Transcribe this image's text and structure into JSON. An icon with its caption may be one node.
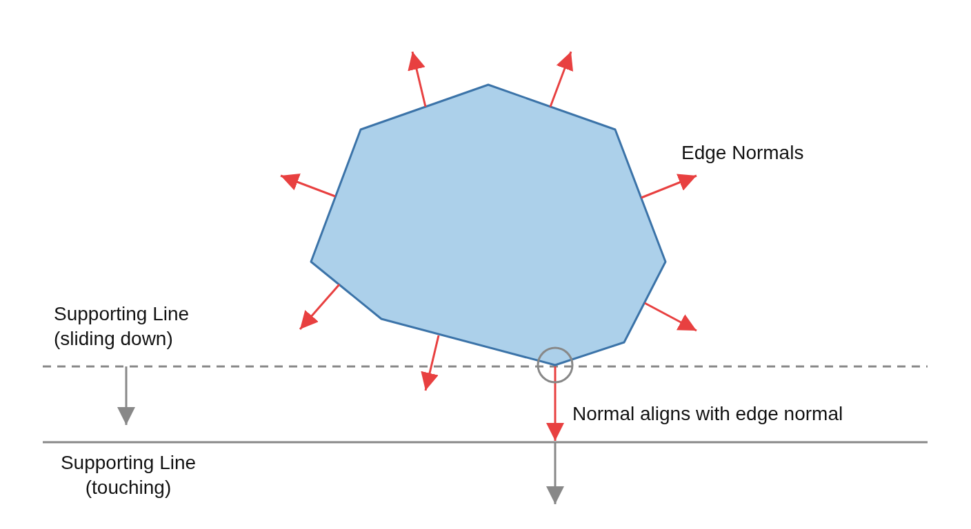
{
  "diagram": {
    "nodes": [
      {
        "text": [],
        "shape": "polygon"
      }
    ],
    "labels": [
      "Edge Normals",
      "Supporting Line (sliding down)",
      "Normal aligns with edge normal",
      "Supporting Line (touching)"
    ]
  }
}
